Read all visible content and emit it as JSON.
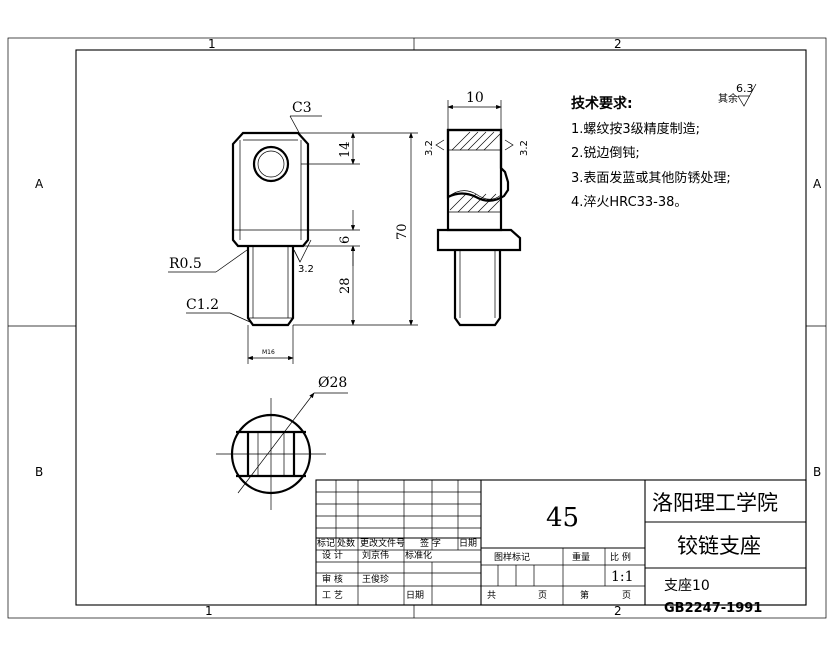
{
  "zones": {
    "col1": "1",
    "col2": "2",
    "rowA": "A",
    "rowB": "B"
  },
  "requirements": {
    "title": "技术要求:",
    "items": [
      "1.螺纹按3级精度制造;",
      "2.锐边倒钝;",
      "3.表面发蓝或其他防锈处理;",
      "4.淬火HRC33-38。"
    ],
    "remain_label": "其余",
    "remain_value": "6.3"
  },
  "dimensions": {
    "c3": "C3",
    "d14": "14",
    "d70": "70",
    "d6": "6",
    "d28": "28",
    "r05": "R0.5",
    "c12": "C1.2",
    "m16": "M16",
    "rough_a": "3.2",
    "width10": "10",
    "rough_b": "3.2",
    "rough_c": "3.2",
    "dia28": "Ø28"
  },
  "title_block": {
    "school": "洛阳理工学院",
    "part_name": "铰链支座",
    "quantity": "45",
    "drawing_no": "支座10",
    "standard": "GB2247-1991",
    "row_labels": [
      "标记",
      "处数",
      "更改文件号",
      "签 字",
      "日期"
    ],
    "design": "设 计",
    "designer": "刘京伟",
    "standardization": "标准化",
    "review": "审 核",
    "reviewer": "王俊珍",
    "process": "工 艺",
    "date": "日期",
    "stage_mark": "图样标记",
    "weight": "重量",
    "scale_label": "比 例",
    "scale": "1:1",
    "total": "共",
    "sheet": "页",
    "page_no": "第",
    "sheet2": "页"
  }
}
